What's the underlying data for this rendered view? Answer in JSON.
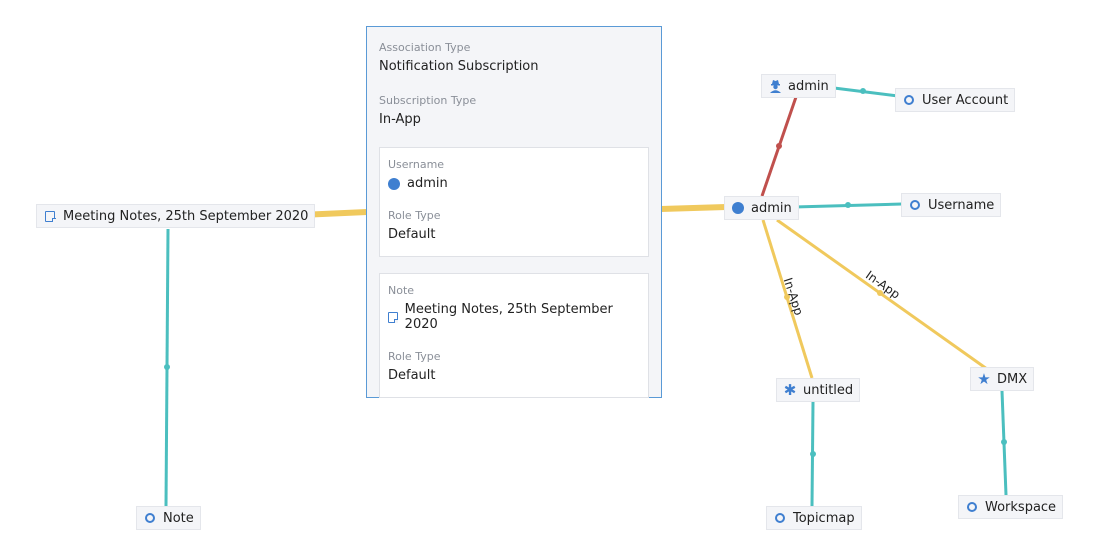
{
  "detail": {
    "association_type_label": "Association Type",
    "association_type_value": "Notification Subscription",
    "subscription_type_label": "Subscription Type",
    "subscription_type_value": "In-App",
    "player1": {
      "title": "Username",
      "value": "admin",
      "role_label": "Role Type",
      "role_value": "Default"
    },
    "player2": {
      "title": "Note",
      "value": "Meeting Notes, 25th September 2020",
      "role_label": "Role Type",
      "role_value": "Default"
    }
  },
  "nodes": {
    "meeting_notes": {
      "label": "Meeting Notes, 25th September 2020",
      "icon": "note-icon"
    },
    "note": {
      "label": "Note",
      "icon": "ring-icon"
    },
    "admin_account": {
      "label": "admin",
      "icon": "user-secret-icon"
    },
    "user_account": {
      "label": "User Account",
      "icon": "ring-icon"
    },
    "admin_username": {
      "label": "admin",
      "icon": "circle-icon"
    },
    "username": {
      "label": "Username",
      "icon": "ring-icon"
    },
    "untitled": {
      "label": "untitled",
      "icon": "asterisk-icon"
    },
    "topicmap": {
      "label": "Topicmap",
      "icon": "ring-icon"
    },
    "dmx": {
      "label": "DMX",
      "icon": "star-icon"
    },
    "workspace": {
      "label": "Workspace",
      "icon": "ring-icon"
    }
  },
  "edge_labels": {
    "untitled": "In-App",
    "dmx": "In-App"
  },
  "colors": {
    "teal": "#4bbfbf",
    "yellow": "#f0c95d",
    "red": "#c0504d",
    "accent": "#3f7fd0"
  }
}
